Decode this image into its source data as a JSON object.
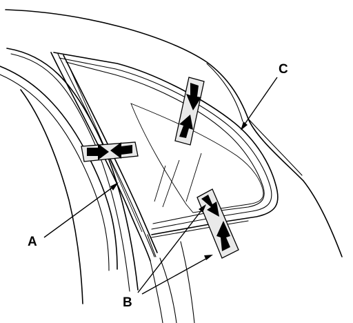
{
  "labels": {
    "a": "A",
    "b": "B",
    "c": "C"
  },
  "colors": {
    "line": "#000000",
    "tape": "#e9e9e9",
    "background": "#ffffff"
  }
}
